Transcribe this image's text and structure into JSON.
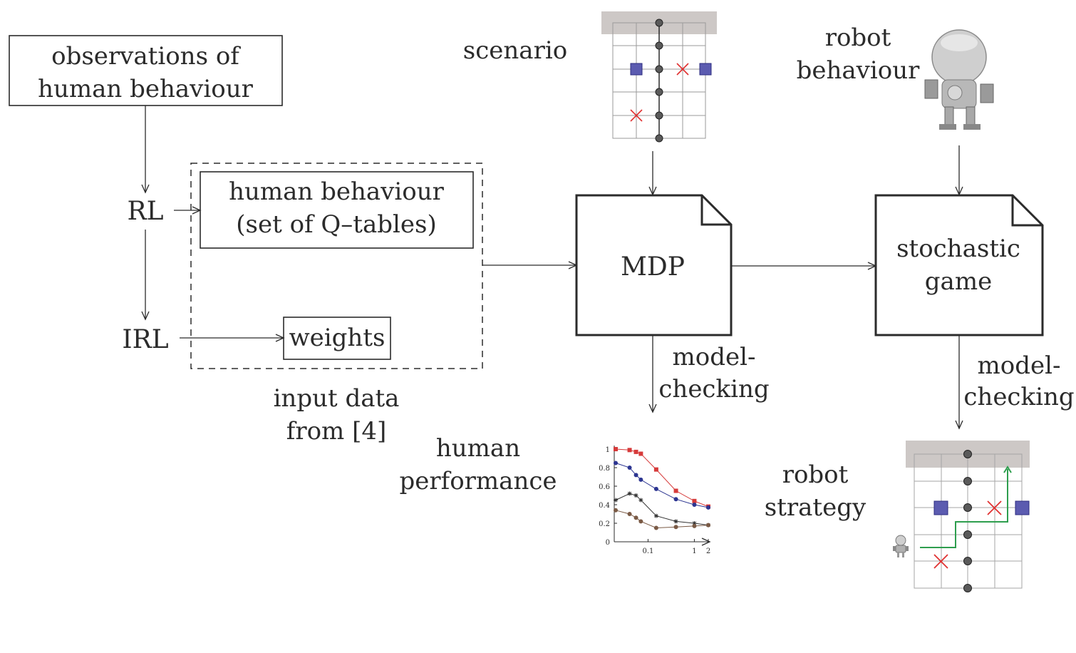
{
  "labels": {
    "observations_line1": "observations of",
    "observations_line2": "human behaviour",
    "rl": "RL",
    "irl": "IRL",
    "human_behaviour_line1": "human behaviour",
    "human_behaviour_line2": "(set of Q–tables)",
    "weights": "weights",
    "input_data_line1": "input data",
    "input_data_line2": "from [4]",
    "scenario": "scenario",
    "mdp": "MDP",
    "robot_behaviour_line1": "robot",
    "robot_behaviour_line2": "behaviour",
    "stochastic_game_line1": "stochastic",
    "stochastic_game_line2": "game",
    "model_checking_1_line1": "model-",
    "model_checking_1_line2": "checking",
    "model_checking_2_line1": "model-",
    "model_checking_2_line2": "checking",
    "human_performance_line1": "human",
    "human_performance_line2": "performance",
    "robot_strategy_line1": "robot",
    "robot_strategy_line2": "strategy"
  },
  "colors": {
    "ink": "#2b2b2b",
    "red_series": "#d63a3a",
    "blue_series": "#2c3591",
    "black_series": "#333333",
    "brown_series": "#7a5a45",
    "square_marker": "#5b5bb0",
    "cross_marker": "#e03030",
    "path_green": "#2e9e4e",
    "header_band": "#cdc8c6"
  },
  "chart_data": {
    "type": "line",
    "x_ticks": [
      "0.1",
      "1",
      "2"
    ],
    "y_ticks": [
      "0",
      "0.2",
      "0.4",
      "0.6",
      "0.8",
      "1"
    ],
    "ylim": [
      0,
      1
    ],
    "xscale": "log",
    "series": [
      {
        "marker": "square",
        "color": "#d63a3a",
        "x": [
          0.02,
          0.04,
          0.055,
          0.07,
          0.15,
          0.4,
          1.0,
          2.0
        ],
        "y": [
          1.0,
          0.99,
          0.97,
          0.95,
          0.78,
          0.55,
          0.44,
          0.38
        ]
      },
      {
        "marker": "circle",
        "color": "#2c3591",
        "x": [
          0.02,
          0.04,
          0.055,
          0.07,
          0.15,
          0.4,
          1.0,
          2.0
        ],
        "y": [
          0.85,
          0.8,
          0.72,
          0.67,
          0.57,
          0.46,
          0.4,
          0.37
        ]
      },
      {
        "marker": "star",
        "color": "#333333",
        "x": [
          0.02,
          0.04,
          0.055,
          0.07,
          0.15,
          0.4,
          1.0,
          2.0
        ],
        "y": [
          0.45,
          0.52,
          0.5,
          0.45,
          0.28,
          0.22,
          0.2,
          0.18
        ]
      },
      {
        "marker": "circle",
        "color": "#7a5a45",
        "x": [
          0.02,
          0.04,
          0.055,
          0.07,
          0.15,
          0.4,
          1.0,
          2.0
        ],
        "y": [
          0.34,
          0.3,
          0.26,
          0.22,
          0.15,
          0.16,
          0.17,
          0.18
        ]
      }
    ]
  }
}
